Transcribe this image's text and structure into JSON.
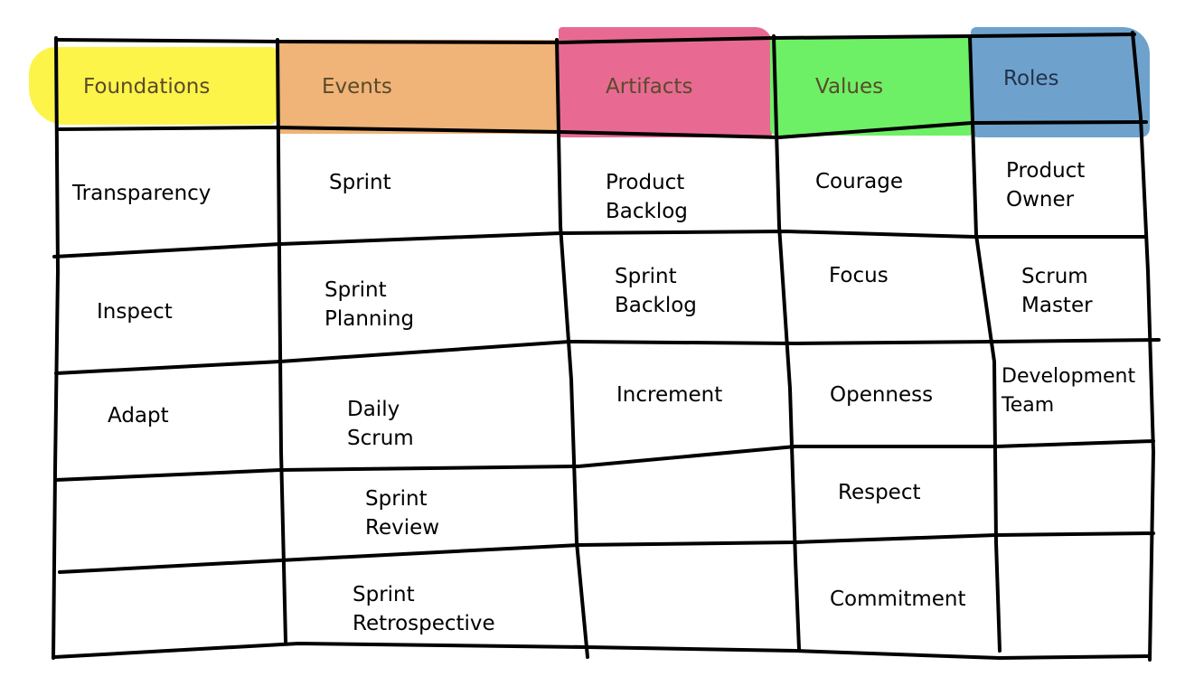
{
  "headers": [
    {
      "label": "Foundations",
      "color": "#fdf44a"
    },
    {
      "label": "Events",
      "color": "#f0b478"
    },
    {
      "label": "Artifacts",
      "color": "#e86a92"
    },
    {
      "label": "Values",
      "color": "#6ef066"
    },
    {
      "label": "Roles",
      "color": "#6ea2cc"
    }
  ],
  "foundations": [
    "Transparency",
    "Inspect",
    "Adapt"
  ],
  "events": [
    "Sprint",
    "Sprint\nPlanning",
    "Daily\nScrum",
    "Sprint\nReview",
    "Sprint\nRetrospective"
  ],
  "artifacts": [
    "Product\nBacklog",
    "Sprint\nBacklog",
    "Increment"
  ],
  "values": [
    "Courage",
    "Focus",
    "Openness",
    "Respect",
    "Commitment"
  ],
  "roles": [
    "Product\nOwner",
    "Scrum\nMaster",
    "Development\nTeam"
  ]
}
